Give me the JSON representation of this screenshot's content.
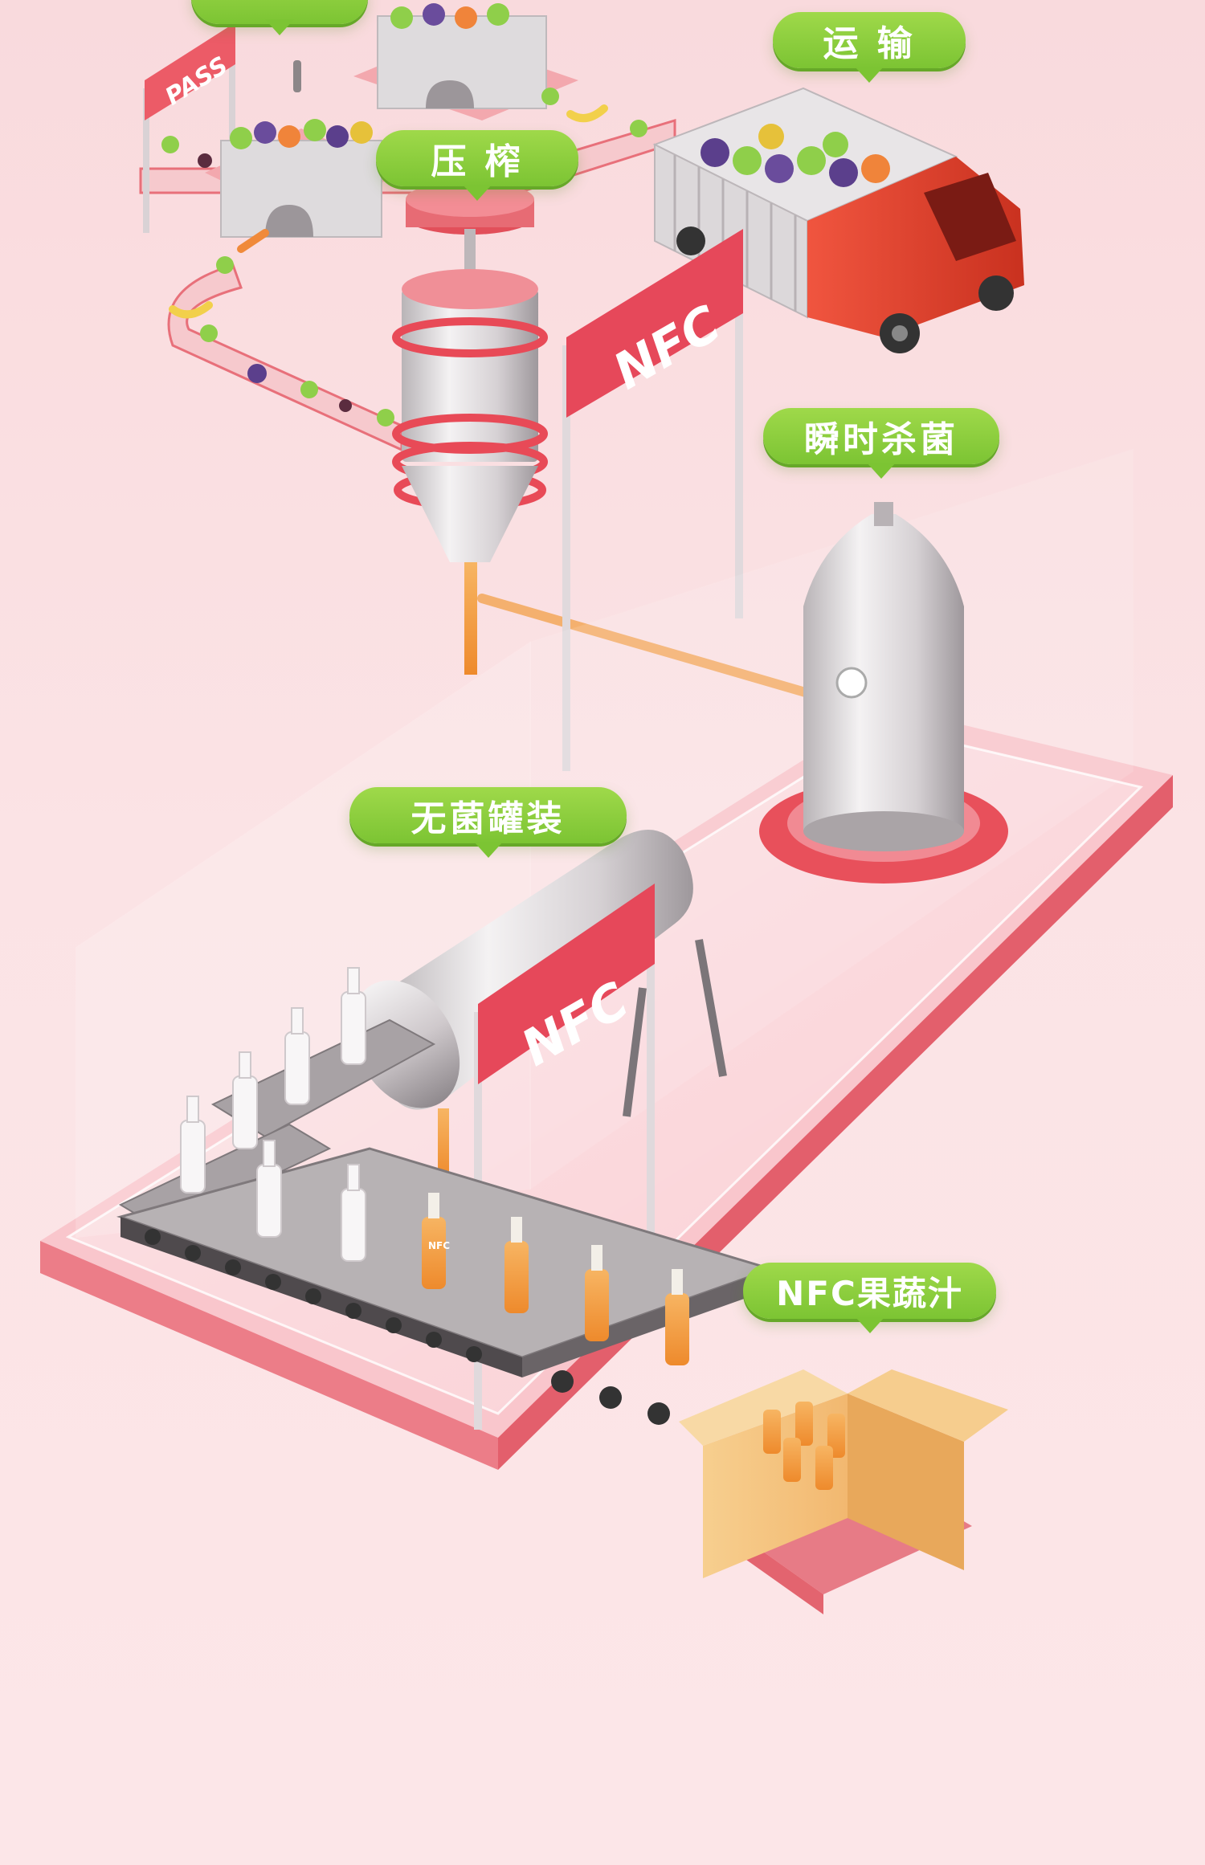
{
  "labels": {
    "transport": "运 输",
    "press": "压 榨",
    "sterilize": "瞬时杀菌",
    "aseptic_fill": "无菌罐装",
    "product": "NFC果蔬汁"
  },
  "signs": {
    "gate": "PASS",
    "nfc_upper": "NFC",
    "nfc_lower": "NFC",
    "bottle_mark": "NFC"
  },
  "colors": {
    "background": "#fbe1e3",
    "bubble_green": "#8ccf3e",
    "brand_red": "#e8505b",
    "juice_orange": "#f29a3a"
  },
  "icons": [
    "fruit-crate-icon",
    "truck-icon",
    "press-machine-icon",
    "sterilizer-tank-icon",
    "filling-tank-icon",
    "conveyor-belt-icon",
    "bottle-icon",
    "cardboard-box-icon"
  ]
}
